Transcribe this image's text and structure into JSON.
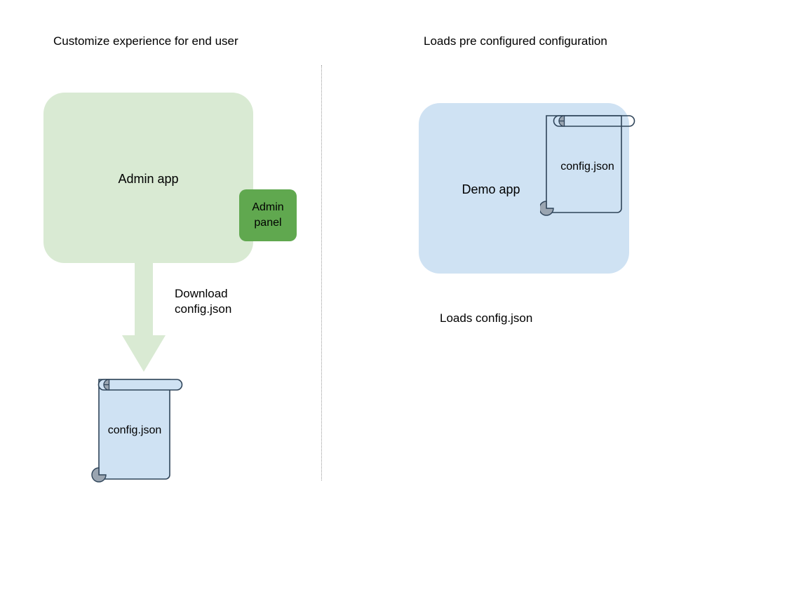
{
  "diagram": {
    "background_color": "#ffffff",
    "columns": [
      {
        "title": "Customize experience for end user",
        "app_box": {
          "label": "Admin app",
          "fill": "#d9ead3",
          "chip": {
            "label": "Admin\npanel",
            "label_line1": "Admin",
            "label_line2": "panel",
            "fill": "#60a84f"
          }
        },
        "arrow": {
          "label_line1": "Download",
          "label_line2": "config.json",
          "fill": "#d9ead3",
          "direction": "down"
        },
        "document": {
          "label": "config.json",
          "fill": "#cfe2f3",
          "stroke": "#34495e",
          "curl_fill": "#9aa5b1"
        }
      },
      {
        "title": "Loads pre configured configuration",
        "app_box": {
          "label": "Demo app",
          "fill": "#cfe2f3"
        },
        "document": {
          "label": "config.json",
          "fill": "transparent",
          "stroke": "#34495e",
          "curl_fill": "#9aa5b1"
        },
        "caption": "Loads config.json"
      }
    ],
    "divider": {
      "style": "dotted",
      "color": "#999999",
      "orientation": "vertical"
    }
  }
}
